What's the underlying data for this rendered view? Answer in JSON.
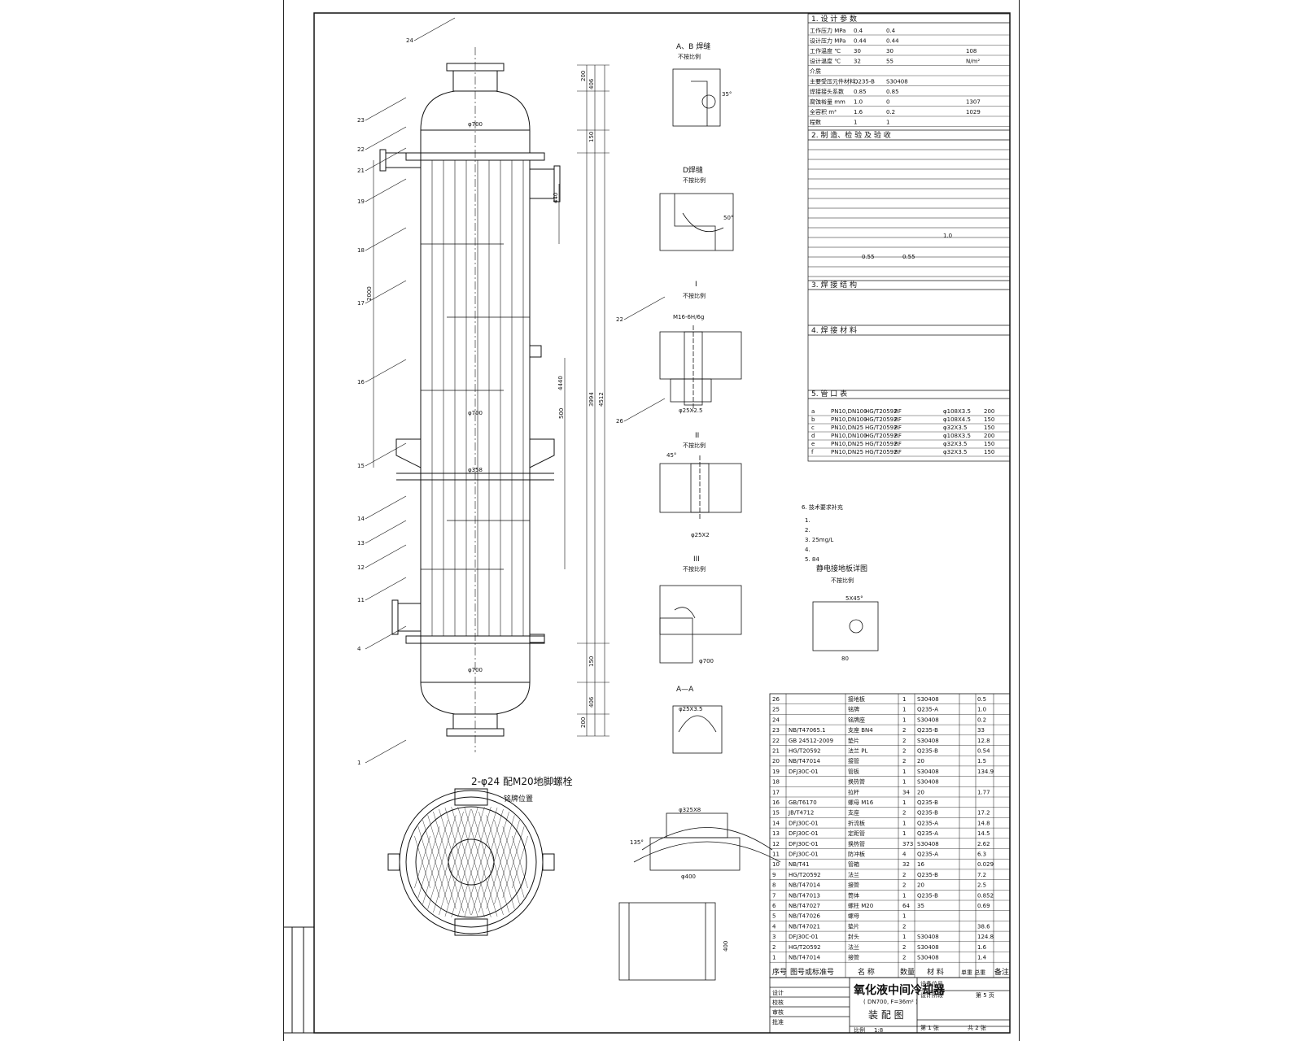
{
  "sections": {
    "design_params": "1. 设 计 参 数",
    "manufacture": "2. 制 造、检 验 及 验 收",
    "welding_structure": "3. 焊 接 结 构",
    "welding_material": "4. 焊 接 材 料",
    "nozzles": "5. 管 口 表",
    "tech_req": "6. 技术要求补充"
  },
  "tech_req_items": [
    "1. ",
    "2. ",
    "3. 25mg/L",
    "4. ",
    "5. 84"
  ],
  "views": {
    "ab_weld": "A、B 焊缝",
    "d_weld": "D焊缝",
    "detail_1": "I",
    "detail_2": "II",
    "detail_3": "III",
    "aa": "A—A",
    "ground_plate": "静电接地板详图",
    "not_to_scale": "不按比例"
  },
  "bolt_note": "2-φ24 配M20地脚螺栓",
  "nameplate_note": "铭牌位置",
  "main_dims": {
    "shell_d": "φ700",
    "baffle_d": "φ358",
    "total_h": "3994",
    "total_h2": "4440",
    "overall": "4512",
    "tube_len": "2000",
    "d440": "440",
    "d500": "500",
    "d150": "150",
    "d200": "200",
    "d406": "406"
  },
  "detail_dims": {
    "thread": "M16-6H/6g",
    "tube_d": "φ25X2.5",
    "tube2": "φ25X2",
    "angle45": "45°",
    "angle50": "50°",
    "angle35": "35°",
    "plate_80": "80",
    "chamfer": "5X45°",
    "aa_tube": "φ25X3.5",
    "support_d": "φ325X8",
    "support_base": "φ400",
    "support_h": "400",
    "angle135": "135°"
  },
  "title_block": {
    "name": "氧化液中间冷却器",
    "subtitle": "( DN700, F=36m² )",
    "drawing_type": "装 配 图",
    "scale_label": "比例",
    "scale": "1:8",
    "sheet": "第 1 张",
    "total": "共 2 张",
    "design_label": "设计",
    "check_label": "校核",
    "review_label": "审核",
    "approve_label": "批准",
    "equipment_no": "设备位号",
    "design_stage": "设计阶段",
    "page": "第 5 页"
  },
  "parts_header": {
    "no": "序号",
    "drawing": "图号或标准号",
    "name": "名 称",
    "qty": "数量",
    "material": "材 料",
    "weight": "单重 总重",
    "remark": "备注"
  },
  "parts": [
    {
      "no": "26",
      "std": "",
      "name": "接地板",
      "qty": "1",
      "mat": "S30408",
      "w": "0.5"
    },
    {
      "no": "25",
      "std": "",
      "name": "铭牌",
      "qty": "1",
      "mat": "Q235-A",
      "w": "1.0"
    },
    {
      "no": "24",
      "std": "",
      "name": "铭牌座",
      "qty": "1",
      "mat": "S30408",
      "w": "0.2"
    },
    {
      "no": "23",
      "std": "NB/T47065.1",
      "name": "支座 BN4",
      "qty": "2",
      "mat": "Q235-B",
      "w": "33"
    },
    {
      "no": "22",
      "std": "GB 24512-2009",
      "name": "垫片",
      "qty": "2",
      "mat": "S30408",
      "w": "12.8"
    },
    {
      "no": "21",
      "std": "HG/T20592",
      "name": "法兰 PL",
      "qty": "2",
      "mat": "Q235-B",
      "w": "0.54"
    },
    {
      "no": "20",
      "std": "NB/T47014",
      "name": "接管",
      "qty": "2",
      "mat": "20",
      "w": "1.5"
    },
    {
      "no": "19",
      "std": "DFJ30C-01",
      "name": "管板",
      "qty": "1",
      "mat": "S30408",
      "w": "134.9"
    },
    {
      "no": "18",
      "std": "",
      "name": "换热管",
      "qty": "1",
      "mat": "S30408",
      "w": ""
    },
    {
      "no": "17",
      "std": "",
      "name": "拉杆",
      "qty": "34",
      "mat": "20",
      "w": "1.77"
    },
    {
      "no": "16",
      "std": "GB/T6170",
      "name": "螺母 M16",
      "qty": "1",
      "mat": "Q235-B",
      "w": ""
    },
    {
      "no": "15",
      "std": "JB/T4712",
      "name": "支座",
      "qty": "2",
      "mat": "Q235-B",
      "w": "17.2"
    },
    {
      "no": "14",
      "std": "DFJ30C-01",
      "name": "折流板",
      "qty": "1",
      "mat": "Q235-A",
      "w": "14.8"
    },
    {
      "no": "13",
      "std": "DFJ30C-01",
      "name": "定距管",
      "qty": "1",
      "mat": "Q235-A",
      "w": "14.5"
    },
    {
      "no": "12",
      "std": "DFJ30C-01",
      "name": "换热管",
      "qty": "373",
      "mat": "S30408",
      "w": "2.62"
    },
    {
      "no": "11",
      "std": "DFJ30C-01",
      "name": "防冲板",
      "qty": "4",
      "mat": "Q235-A",
      "w": "6.3"
    },
    {
      "no": "10",
      "std": "NB/T41",
      "name": "管箱",
      "qty": "32",
      "mat": "16",
      "w": "0.029"
    },
    {
      "no": "9",
      "std": "HG/T20592",
      "name": "法兰",
      "qty": "2",
      "mat": "Q235-B",
      "w": "7.2"
    },
    {
      "no": "8",
      "std": "NB/T47014",
      "name": "接管",
      "qty": "2",
      "mat": "20",
      "w": "2.5"
    },
    {
      "no": "7",
      "std": "NB/T47013",
      "name": "筒体",
      "qty": "1",
      "mat": "Q235-B",
      "w": "0.852"
    },
    {
      "no": "6",
      "std": "NB/T47027",
      "name": "螺柱 M20",
      "qty": "64",
      "mat": "35",
      "w": "0.69"
    },
    {
      "no": "5",
      "std": "NB/T47026",
      "name": "螺母",
      "qty": "1",
      "mat": "",
      "w": ""
    },
    {
      "no": "4",
      "std": "NB/T47021",
      "name": "垫片",
      "qty": "2",
      "mat": "",
      "w": "38.6"
    },
    {
      "no": "3",
      "std": "DFJ30C-01",
      "name": "封头",
      "qty": "1",
      "mat": "S30408",
      "w": "124.8"
    },
    {
      "no": "2",
      "std": "HG/T20592",
      "name": "法兰",
      "qty": "2",
      "mat": "S30408",
      "w": "1.6"
    },
    {
      "no": "1",
      "std": "NB/T47014",
      "name": "接管",
      "qty": "2",
      "mat": "S30408",
      "w": "1.4"
    }
  ],
  "design_table": [
    [
      "工作压力 MPa",
      "0.4",
      "0.4",
      "",
      "",
      ""
    ],
    [
      "设计压力 MPa",
      "0.44",
      "0.44",
      "",
      "",
      ""
    ],
    [
      "工作温度 ℃",
      "30",
      "30",
      "",
      "108",
      ""
    ],
    [
      "设计温度 ℃",
      "32",
      "55",
      "",
      "N/m²",
      ""
    ],
    [
      "介质",
      "",
      "",
      "",
      "",
      ""
    ],
    [
      "主要受压元件材料",
      "Q235-B",
      "S30408",
      "",
      "",
      ""
    ],
    [
      "焊接接头系数",
      "0.85",
      "0.85",
      "",
      "",
      ""
    ],
    [
      "腐蚀裕量 mm",
      "1.0",
      "0",
      "",
      "1307",
      ""
    ],
    [
      "全容积 m³",
      "1.6",
      "0.2",
      "",
      "1029",
      ""
    ],
    [
      "程数",
      "1",
      "1",
      "",
      "",
      ""
    ]
  ],
  "nozzle_table": [
    [
      "a",
      "PN10,DN100",
      "HG/T20592",
      "RF",
      "",
      "φ108X3.5",
      "200"
    ],
    [
      "b",
      "PN10,DN100",
      "HG/T20592",
      "RF",
      "",
      "φ108X4.5",
      "150"
    ],
    [
      "c",
      "PN10,DN25",
      "HG/T20592",
      "RF",
      "",
      "φ32X3.5",
      "150"
    ],
    [
      "d",
      "PN10,DN100",
      "HG/T20592",
      "RF",
      "",
      "φ108X3.5",
      "200"
    ],
    [
      "e",
      "PN10,DN25",
      "HG/T20592",
      "RF",
      "",
      "φ32X3.5",
      "150"
    ],
    [
      "f",
      "PN10,DN25",
      "HG/T20592",
      "RF",
      "",
      "φ32X3.5",
      "150"
    ]
  ],
  "test_pressure": [
    "0.55",
    "0.55",
    "1.0"
  ]
}
